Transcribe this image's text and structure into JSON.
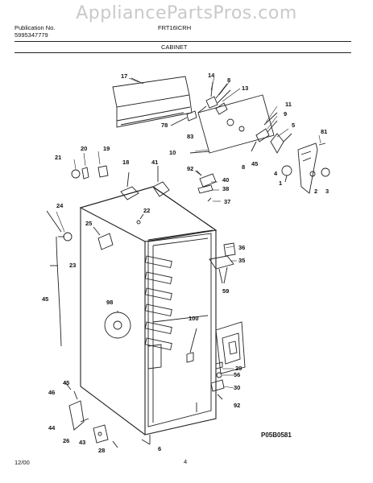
{
  "watermark": "AppliancePartsPros.com",
  "header": {
    "publication_label": "Publication No.",
    "publication_number": "5995347779",
    "model": "FRT16ICRH",
    "section_title": "CABINET"
  },
  "footer": {
    "date": "12/00",
    "page": "4",
    "drawing_code": "P05B0581"
  },
  "callouts": [
    "17",
    "14",
    "8",
    "13",
    "78",
    "83",
    "11",
    "9",
    "5",
    "10",
    "81",
    "21",
    "20",
    "19",
    "18",
    "41",
    "92",
    "40",
    "38",
    "37",
    "8",
    "45",
    "4",
    "1",
    "3",
    "2",
    "22",
    "24",
    "25",
    "36",
    "35",
    "59",
    "23",
    "98",
    "45",
    "100",
    "29",
    "56",
    "30",
    "92",
    "45",
    "46",
    "44",
    "26",
    "43",
    "28",
    "6"
  ]
}
